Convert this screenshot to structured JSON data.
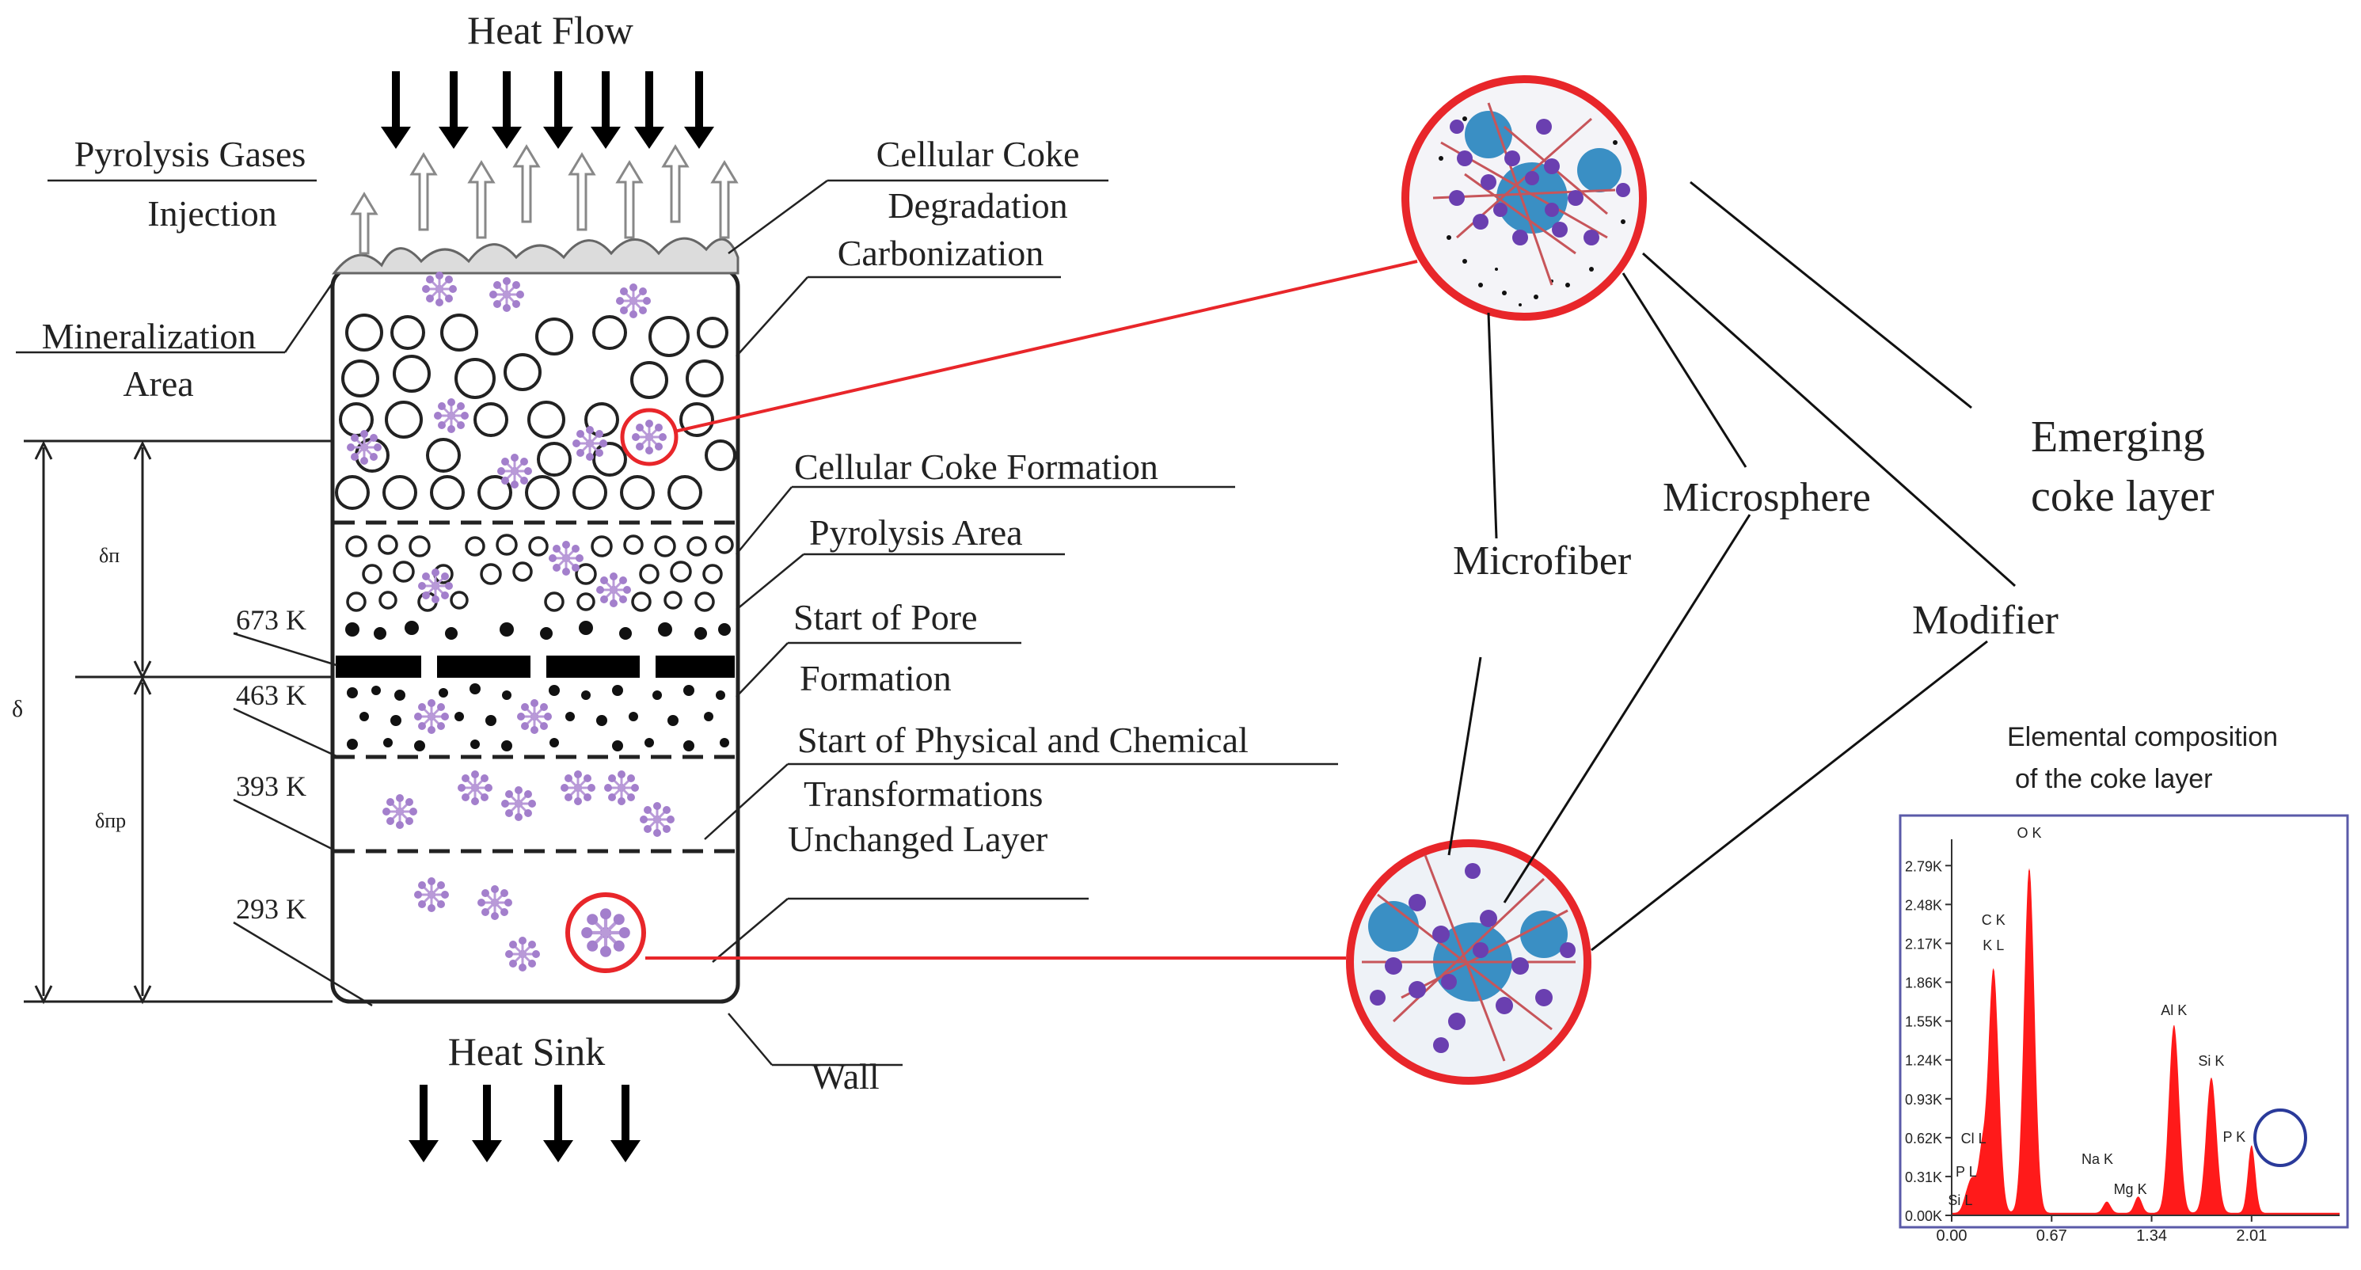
{
  "diagram": {
    "labels": {
      "heat_flow": "Heat Flow",
      "pyrolysis_gases_1": "Pyrolysis Gases",
      "pyrolysis_gases_2": "Injection",
      "cellular_coke_1": "Cellular Coke",
      "cellular_coke_2": "Degradation",
      "carbonization": "Carbonization",
      "mineralization_1": "Mineralization",
      "mineralization_2": "Area",
      "cellular_coke_formation": "Cellular Coke Formation",
      "pyrolysis_area": "Pyrolysis Area",
      "start_pore_1": "Start of Pore",
      "start_pore_2": "Formation",
      "start_phys_1": "Start of Physical and Chemical",
      "start_phys_2": "Transformations",
      "unchanged_layer": "Unchanged Layer",
      "heat_sink": "Heat Sink",
      "wall": "Wall",
      "delta": "δ",
      "delta_p": "δп",
      "delta_pp": "δпр",
      "temp_673": "673 K",
      "temp_463": "463 K",
      "temp_393": "393 K",
      "temp_293": "293 K",
      "microfiber": "Microfiber",
      "microsphere": "Microsphere",
      "emerging_1": "Emerging",
      "emerging_2": "coke layer",
      "modifier": "Modifier"
    },
    "colors": {
      "highlight_red": "#e8262a",
      "particle_purple": "#7a4fb5",
      "microsphere_blue": "#3a8fc4",
      "spectrum_red": "#ff1a1a",
      "spectrum_frame": "#5a5aa8"
    }
  },
  "chart_data": {
    "type": "area",
    "title": "Elemental composition",
    "subtitle": "of the coke layer",
    "x_ticks": [
      "0.00",
      "0.67",
      "1.34",
      "2.01"
    ],
    "y_ticks": [
      "0.00K",
      "0.31K",
      "0.62K",
      "0.93K",
      "1.24K",
      "1.55K",
      "1.86K",
      "2.17K",
      "2.48K",
      "2.79K"
    ],
    "xlim": [
      0.0,
      2.6
    ],
    "ylim": [
      0,
      3000
    ],
    "peaks": [
      {
        "label": "Si L",
        "x": 0.1,
        "value": 120
      },
      {
        "label": "P L",
        "x": 0.14,
        "value": 230
      },
      {
        "label": "Cl L",
        "x": 0.2,
        "value": 420
      },
      {
        "label": "C K K L",
        "x": 0.28,
        "value": 1950
      },
      {
        "label": "O K",
        "x": 0.52,
        "value": 2750
      },
      {
        "label": "Na K",
        "x": 1.04,
        "value": 90
      },
      {
        "label": "Mg K",
        "x": 1.25,
        "value": 130
      },
      {
        "label": "Al K",
        "x": 1.49,
        "value": 1500
      },
      {
        "label": "Si K",
        "x": 1.74,
        "value": 1080
      },
      {
        "label": "P K",
        "x": 2.01,
        "value": 540
      }
    ]
  }
}
